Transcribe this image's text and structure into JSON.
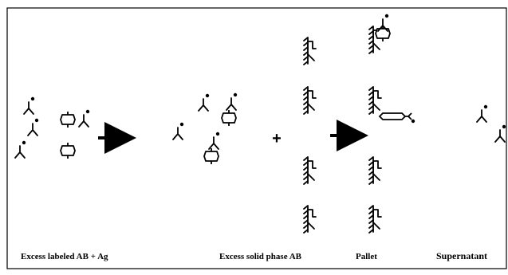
{
  "captions": {
    "step1": "Excess labeled AB + Ag",
    "step2": "Excess solid phase AB",
    "pellet": "Pallet",
    "supernatant": "Supernatant"
  },
  "symbols": {
    "plus": "+"
  }
}
